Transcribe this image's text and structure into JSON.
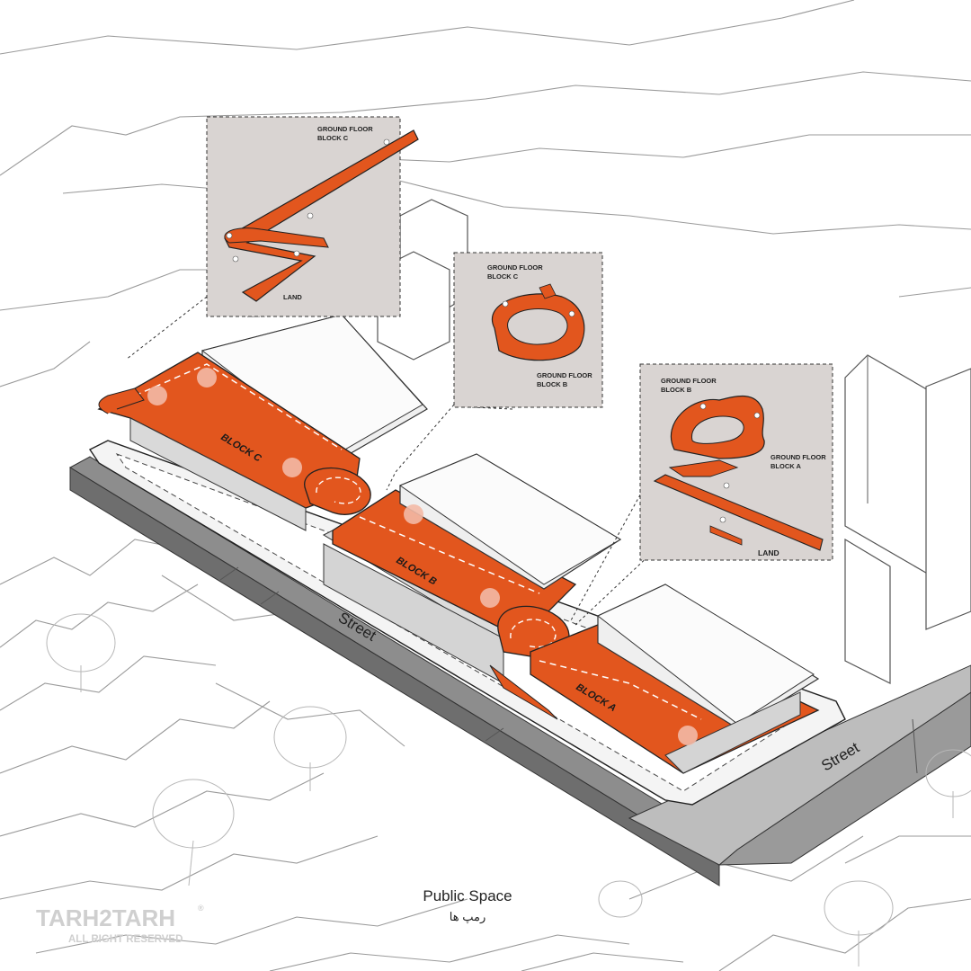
{
  "colors": {
    "ramp": "#e2561e",
    "inset_bg": "#d9d4d2",
    "street": "#8a8a8a",
    "street_light": "#b9b9b9",
    "line": "#555555"
  },
  "blocks": {
    "a": "BLOCK A",
    "b": "BLOCK B",
    "c": "BLOCK C"
  },
  "streets": {
    "main": "Street",
    "side": "Street"
  },
  "insets": {
    "first": {
      "top": [
        "GROUND FLOOR",
        "BLOCK C"
      ],
      "bottom": "LAND"
    },
    "second": {
      "top": [
        "GROUND FLOOR",
        "BLOCK C"
      ],
      "bottom": [
        "GROUND FLOOR",
        "BLOCK B"
      ]
    },
    "third": {
      "top": [
        "GROUND FLOOR",
        "BLOCK B"
      ],
      "right": [
        "GROUND FLOOR",
        "BLOCK A"
      ],
      "bottom": "LAND"
    }
  },
  "caption": {
    "title": "Public Space",
    "subtitle": "رمپ ها"
  },
  "watermark": {
    "brand": "TARH2TARH",
    "rights": "ALL RIGHT RESERVED",
    "mark": "®"
  }
}
